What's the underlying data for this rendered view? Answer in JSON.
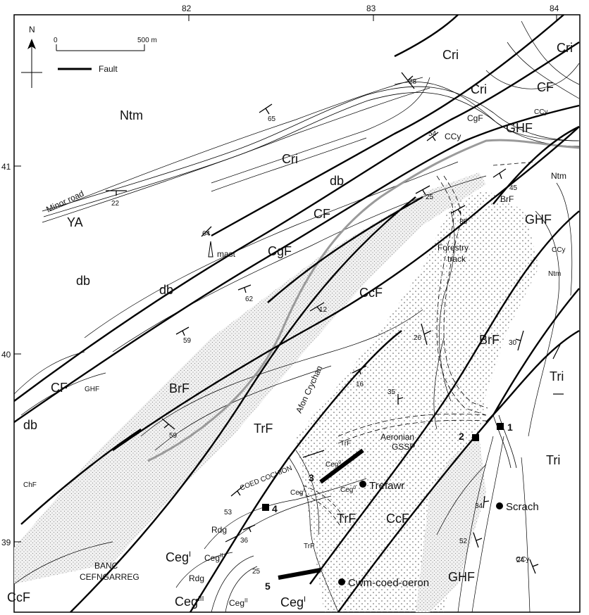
{
  "map": {
    "grid_top": [
      "82",
      "83",
      "84"
    ],
    "grid_left": [
      "41",
      "40",
      "39"
    ],
    "north": "N",
    "scale": {
      "zero": "0",
      "end": "500 m"
    },
    "legend": {
      "fault": "Fault"
    },
    "units": {
      "Ntm": "Ntm",
      "Cri": "Cri",
      "CF": "CF",
      "CgF": "CgF",
      "GHF": "GHF",
      "CCy": "CCy",
      "db": "db",
      "YA": "YA",
      "BrF": "BrF",
      "CcF": "CcF",
      "TrF": "TrF",
      "Tri": "Tri",
      "ChF": "ChF",
      "Rdg": "Rdg",
      "Ceg_base": "Ceg",
      "Ceg_I": "I",
      "Ceg_II": "II",
      "Ceg_III": "III",
      "Ceg_0": "0"
    },
    "features": {
      "minor_road": "Minor road",
      "mast": "mast",
      "forestry_1": "Forestry",
      "forestry_2": "track",
      "river": "Afon Crychan",
      "aeronian_1": "Aeronian",
      "aeronian_2": "GSSP",
      "coed_cochion": "COED COCHION",
      "banc_1": "BANC",
      "banc_2": "CEFNGARREG"
    },
    "places": {
      "trefawr": "Trefawr",
      "scrach": "Scrach",
      "cwm": "Cwm-coed-oeron"
    },
    "sites": [
      "1",
      "2",
      "3",
      "4",
      "5"
    ],
    "dips": [
      "28",
      "65",
      "54",
      "45",
      "22",
      "25",
      "35",
      "64",
      "62",
      "12",
      "59",
      "26",
      "16",
      "35",
      "30",
      "59",
      "53",
      "36",
      "25",
      "34",
      "52",
      "24"
    ],
    "colors": {
      "fault": "#000000",
      "river": "#9a9a9a",
      "stipple": "#555555"
    }
  }
}
